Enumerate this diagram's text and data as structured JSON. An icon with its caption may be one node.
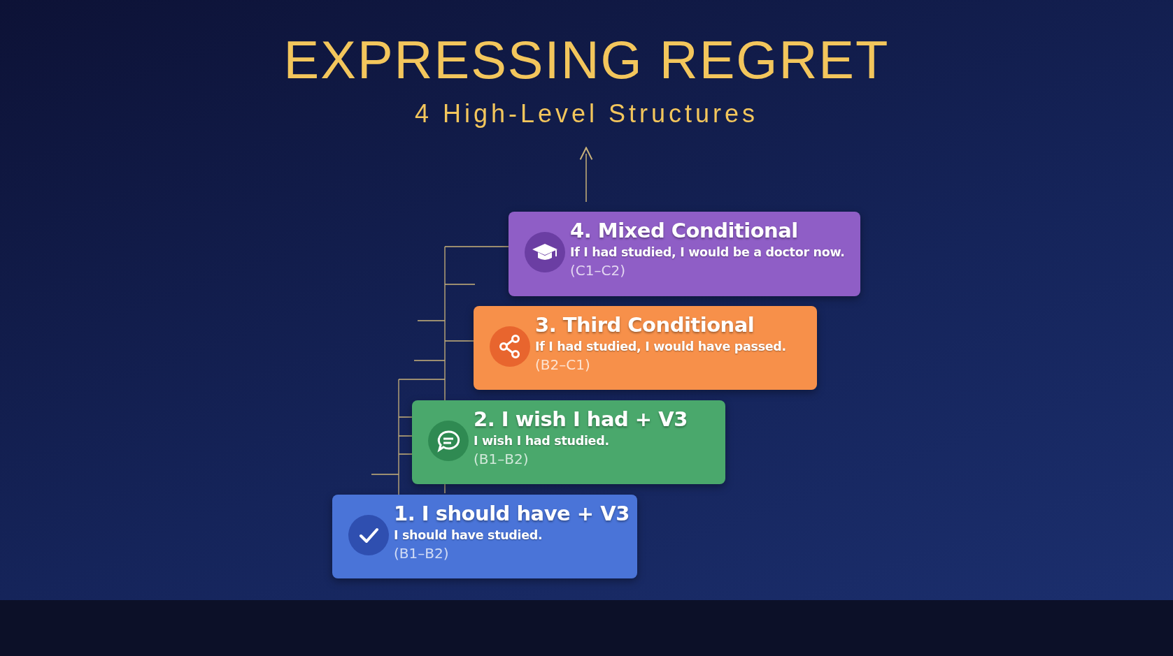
{
  "diagram": {
    "title": "EXPRESSING REGRET",
    "caption": "4 High-Level Structures",
    "nodes": [
      {
        "text": [
          "4. Mixed Conditional",
          "If I had studied, I would be a doctor now.",
          "(C1–C2)"
        ]
      },
      {
        "text": [
          "3. Third Conditional",
          "If I had studied, I would have passed.",
          "(B2–C1)"
        ]
      },
      {
        "text": [
          "2. I wish I had + V3",
          "I wish I had studied.",
          "(B1–B2)"
        ]
      },
      {
        "text": [
          "1. I should have + V3",
          "I should have studied.",
          "(B1–B2)"
        ]
      }
    ]
  }
}
